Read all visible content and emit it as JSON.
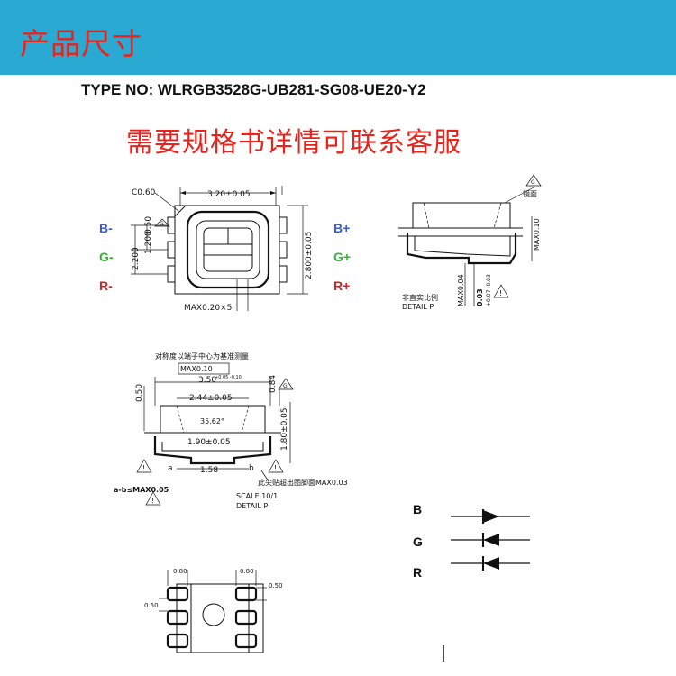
{
  "header": {
    "title": "产品尺寸",
    "bar_color": "#2aa9d2",
    "title_color": "#e8231c"
  },
  "type_no": "TYPE NO: WLRGB3528G-UB281-SG08-UE20-Y2",
  "contact_note": "需要规格书详情可联系客服",
  "pins": {
    "left": [
      {
        "label": "B-",
        "color": "#3a5bd6"
      },
      {
        "label": "G-",
        "color": "#2db52d"
      },
      {
        "label": "R-",
        "color": "#d92020"
      }
    ],
    "right": [
      {
        "label": "B+",
        "color": "#3a5bd6"
      },
      {
        "label": "G+",
        "color": "#2db52d"
      },
      {
        "label": "R+",
        "color": "#d92020"
      }
    ]
  },
  "top_view": {
    "chamfer": "C0.60",
    "width": "3.20±0.05",
    "height": "2.800±0.05",
    "left_h1": "2.200",
    "left_h2": "1.200",
    "left_h3": "0.50",
    "pad_max": "MAX0.20×5"
  },
  "detail_p_top": {
    "note_glossy": "镜面",
    "max_h": "MAX0.10",
    "max_w": "MAX0.04",
    "tol": "0.03",
    "tol2": "+0.07 -0.03",
    "note": "非直实比例",
    "label": "DETAIL P"
  },
  "side_view": {
    "note": "对称度以端子中心为基准测量",
    "symmetry": "MAX0.10",
    "width": "3.50",
    "width_tol": "+0.05 -0.10",
    "lens_w": "2.44±0.05",
    "angle": "35.62°",
    "inner_w": "1.90±0.05",
    "left_h": "0.50",
    "right_h": "0.84",
    "height": "1.80±0.05",
    "pad_gap": "1.58",
    "a": "a",
    "b": "b",
    "ab_max": "a-b≤MAX0.05",
    "solder_note": "此尖贴超出图脚面MAX0.03",
    "scale": "SCALE 10/1",
    "label": "DETAIL P"
  },
  "bottom_view": {
    "w1": "0.80",
    "w2": "0.80",
    "h1": "0.50",
    "h2": "0.50"
  },
  "circuit": {
    "labels": [
      "B",
      "G",
      "R"
    ]
  },
  "warn_symbol": "!",
  "g_symbol": "G"
}
